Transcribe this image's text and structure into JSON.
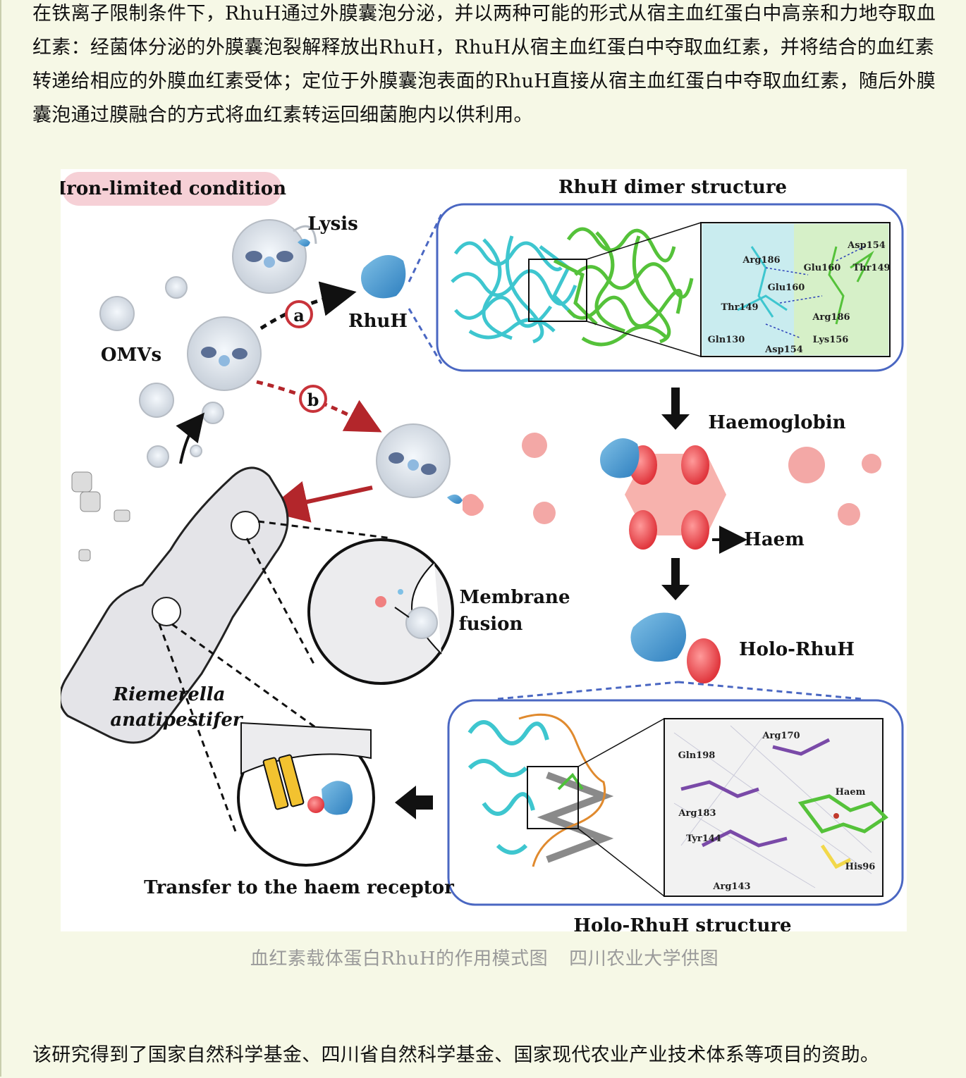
{
  "article": {
    "paragraph_1": "在铁离子限制条件下，RhuH通过外膜囊泡分泌，并以两种可能的形式从宿主血红蛋白中高亲和力地夺取血红素：经菌体分泌的外膜囊泡裂解释放出RhuH，RhuH从宿主血红蛋白中夺取血红素，并将结合的血红素转递给相应的外膜血红素受体；定位于外膜囊泡表面的RhuH直接从宿主血红蛋白中夺取血红素，随后外膜囊泡通过膜融合的方式将血红素转运回细菌胞内以供利用。",
    "paragraph_2": "该研究得到了国家自然科学基金、四川省自然科学基金、国家现代农业产业技术体系等项目的资助。"
  },
  "figure": {
    "iron_label": "Iron-limited condition",
    "dimer_title": "RhuH dimer structure",
    "lysis": "Lysis",
    "rhuh": "RhuH",
    "omvs": "OMVs",
    "path_a": "a",
    "path_b": "b",
    "haemoglobin": "Haemoglobin",
    "haem": "Haem",
    "holo_rhuh": "Holo-RhuH",
    "membrane_fusion_1": "Membrane",
    "membrane_fusion_2": "fusion",
    "species_1": "Riemerella",
    "species_2": "anatipestifer",
    "transfer": "Transfer to the haem receptor",
    "holo_title": "Holo-RhuH structure",
    "dimer_residues": [
      "Asp154",
      "Arg186",
      "Glu160",
      "Thr149",
      "Glu160",
      "Thr149",
      "Arg186",
      "Gln130",
      "Lys156",
      "Asp154"
    ],
    "holo_residues": [
      "Arg170",
      "Gln198",
      "Haem",
      "Arg183",
      "Tyr144",
      "His96",
      "Arg143"
    ]
  },
  "caption": {
    "text": "血红素载体蛋白RhuH的作用模式图",
    "credit": "四川农业大学供图"
  }
}
